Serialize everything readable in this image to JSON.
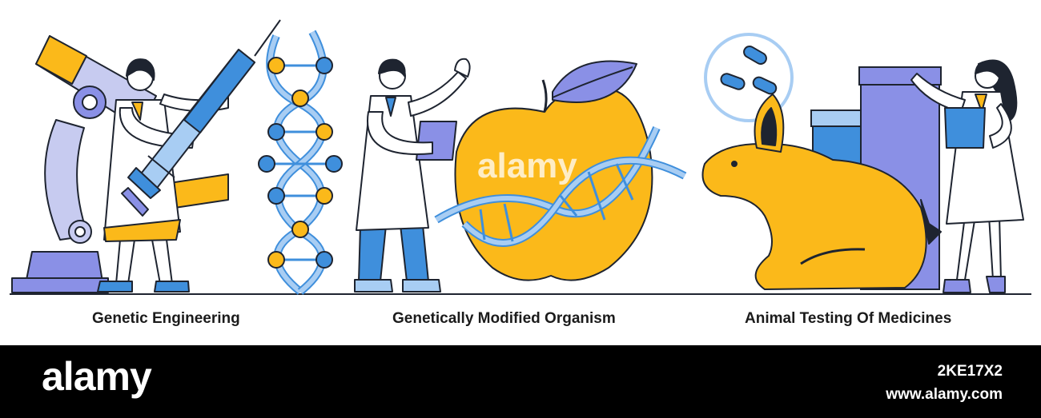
{
  "captions": {
    "genetic_engineering": "Genetic Engineering",
    "gmo": "Genetically Modified Organism",
    "animal_testing": "Animal Testing Of Medicines"
  },
  "watermark": "alamy",
  "footer": {
    "logo": "alamy",
    "image_id": "2KE17X2",
    "site": "www.alamy.com"
  },
  "colors": {
    "yellow": "#fbb91a",
    "lavender": "#8a90e6",
    "light_lavender": "#c7cbf0",
    "blue": "#3f8fdc",
    "light_blue": "#a8cdf3",
    "outline": "#1e2430",
    "footer_bg": "#000000"
  }
}
